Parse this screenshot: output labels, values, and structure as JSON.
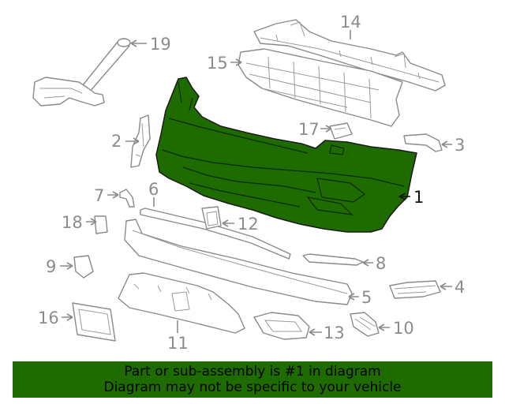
{
  "diagram": {
    "highlight_fill": "#1e6b00",
    "highlighted_part": "1",
    "callouts": [
      "1",
      "2",
      "3",
      "4",
      "5",
      "6",
      "7",
      "8",
      "9",
      "10",
      "11",
      "12",
      "13",
      "14",
      "15",
      "16",
      "17",
      "18",
      "19"
    ]
  },
  "banner": {
    "line1": "Part or sub-assembly is #1 in diagram",
    "line2": "Diagram may not be specific to your vehicle",
    "background": "#1e6b00"
  }
}
